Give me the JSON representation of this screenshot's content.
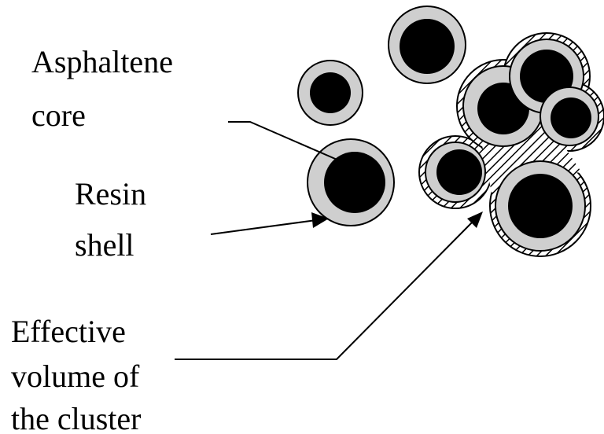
{
  "labels": {
    "asphaltene_core": [
      "Asphaltene",
      "core"
    ],
    "resin_shell": [
      "Resin",
      "shell"
    ],
    "effective_volume": [
      "Effective",
      "volume of",
      "the cluster"
    ]
  },
  "colors": {
    "core": "#000000",
    "shell": "#cfcfcf",
    "outline": "#000000",
    "hatch": "#000000",
    "background": "#ffffff"
  }
}
